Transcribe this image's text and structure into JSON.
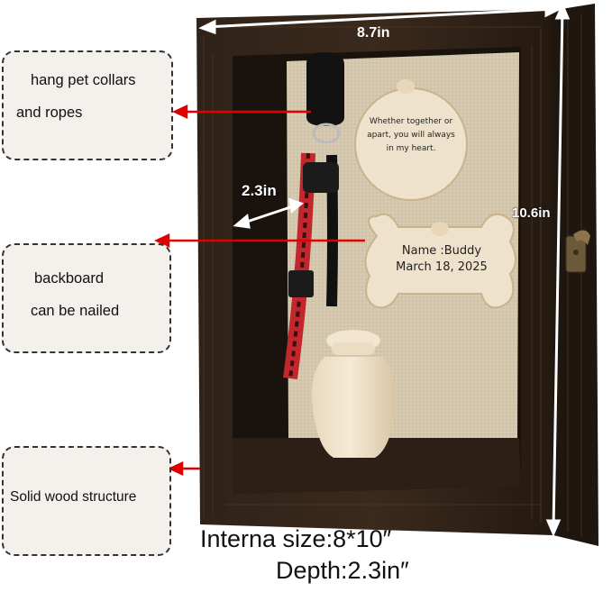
{
  "callouts": {
    "collars_line1": "hang pet collars",
    "collars_line2": "and ropes",
    "backboard_line1": "backboard",
    "backboard_line2": "can be nailed",
    "wood": "Solid wood structure"
  },
  "dimensions": {
    "width": "8.7in",
    "height": "10.6in",
    "depth": "2.3in"
  },
  "plaques": {
    "round_line1": "Whether together or",
    "round_line2": "apart, you will always",
    "round_line3": "in my heart.",
    "bone_line1": "Name :Buddy",
    "bone_line2": "March 18, 2025"
  },
  "specs": {
    "internal": "Interna size:8*10″",
    "depth": "Depth:2.3in″"
  },
  "colors": {
    "frame": "#2a1e14",
    "linen": "#d9cdb4",
    "arrow": "#e00000",
    "collar": "#c1272d",
    "wood_light": "#efe2cc"
  }
}
